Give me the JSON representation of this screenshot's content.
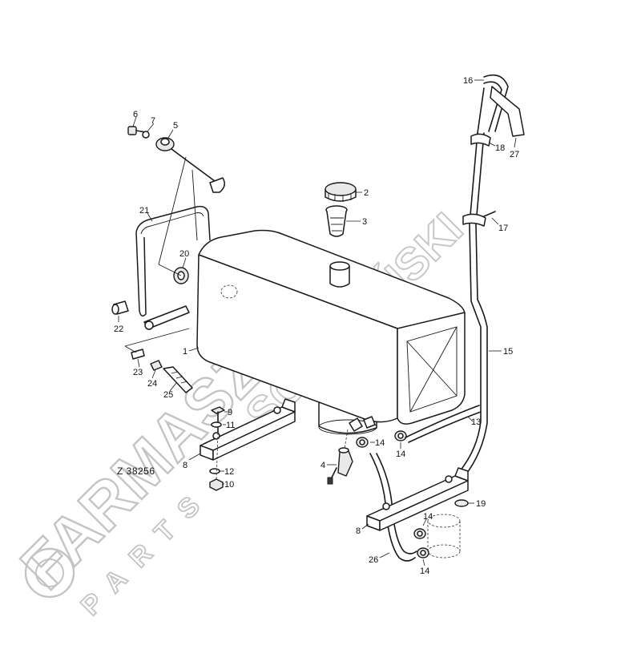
{
  "drawing": {
    "reference": "Z 38256",
    "callouts": [
      {
        "id": "c1",
        "label": "1"
      },
      {
        "id": "c2",
        "label": "2"
      },
      {
        "id": "c3",
        "label": "3"
      },
      {
        "id": "c4",
        "label": "4"
      },
      {
        "id": "c5",
        "label": "5"
      },
      {
        "id": "c6",
        "label": "6"
      },
      {
        "id": "c7",
        "label": "7"
      },
      {
        "id": "c8a",
        "label": "8"
      },
      {
        "id": "c8b",
        "label": "8"
      },
      {
        "id": "c9",
        "label": "9"
      },
      {
        "id": "c10",
        "label": "10"
      },
      {
        "id": "c11",
        "label": "11"
      },
      {
        "id": "c12",
        "label": "12"
      },
      {
        "id": "c13",
        "label": "13"
      },
      {
        "id": "c14a",
        "label": "14"
      },
      {
        "id": "c14b",
        "label": "14"
      },
      {
        "id": "c14c",
        "label": "14"
      },
      {
        "id": "c14d",
        "label": "14"
      },
      {
        "id": "c15",
        "label": "15"
      },
      {
        "id": "c16",
        "label": "16"
      },
      {
        "id": "c17",
        "label": "17"
      },
      {
        "id": "c18",
        "label": "18"
      },
      {
        "id": "c19",
        "label": "19"
      },
      {
        "id": "c20",
        "label": "20"
      },
      {
        "id": "c21",
        "label": "21"
      },
      {
        "id": "c22",
        "label": "22"
      },
      {
        "id": "c23",
        "label": "23"
      },
      {
        "id": "c24",
        "label": "24"
      },
      {
        "id": "c25",
        "label": "25"
      },
      {
        "id": "c26",
        "label": "26"
      },
      {
        "id": "c27",
        "label": "27"
      }
    ]
  },
  "watermark": {
    "brand": "FARMASZ",
    "sub": "PARTS",
    "owner": "SOBOCIŃSKI",
    "color": "#c4c4c4"
  }
}
